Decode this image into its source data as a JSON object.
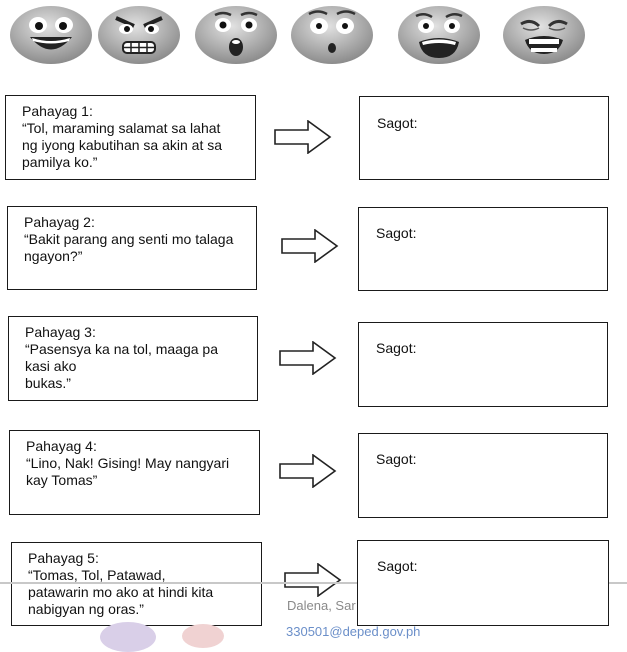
{
  "faces": [
    {
      "name": "laughing-face-icon"
    },
    {
      "name": "angry-face-icon"
    },
    {
      "name": "surprised-face-icon"
    },
    {
      "name": "shocked-face-icon"
    },
    {
      "name": "scared-face-icon"
    },
    {
      "name": "crying-face-icon"
    }
  ],
  "items": [
    {
      "lines": [
        "Pahayag 1:",
        "“Tol, maraming salamat sa lahat",
        "ng iyong kabutihan sa akin at sa",
        "pamilya ko.”"
      ],
      "answer_label": "Sagot:"
    },
    {
      "lines": [
        "Pahayag 2:",
        "“Bakit parang ang senti mo talaga",
        "ngayon?”"
      ],
      "answer_label": "Sagot:"
    },
    {
      "lines": [
        "Pahayag 3:",
        "“Pasensya ka na tol, maaga pa",
        "kasi ako",
        "bukas.”"
      ],
      "answer_label": "Sagot:"
    },
    {
      "lines": [
        "Pahayag 4:",
        "“Lino, Nak! Gising! May nangyari",
        "kay Tomas”"
      ],
      "answer_label": "Sagot:"
    },
    {
      "lines": [
        "Pahayag 5:",
        "“Tomas, Tol, Patawad,",
        "patawarin mo ako at hindi kita",
        "nabigyan ng oras.”"
      ],
      "answer_label": "Sagot:"
    }
  ],
  "footer": {
    "author": "Dalena, Sar",
    "email": "330501@deped.gov.ph"
  }
}
